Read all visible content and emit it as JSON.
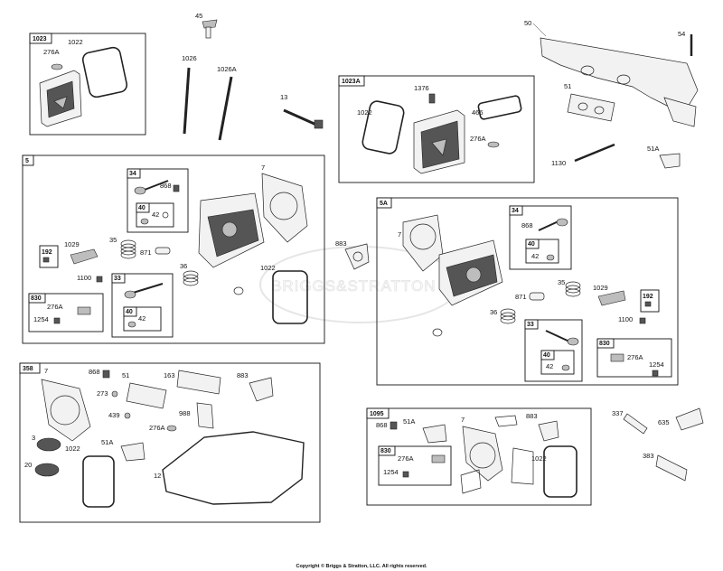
{
  "copyright": "Copyright © Briggs & Stratton, LLC. All rights reserved.",
  "watermark": "BRIGGS&STRATTON",
  "groups": {
    "g1023": "1023",
    "g1023A": "1023A",
    "g5": "5",
    "g5A": "5A",
    "g358": "358",
    "g1095": "1095",
    "g34": "34",
    "g40": "40",
    "g192": "192",
    "g830": "830",
    "g33": "33",
    "g34b": "34",
    "g40b": "40",
    "g192b": "192",
    "g33b": "33",
    "g40c": "40",
    "g830b": "830",
    "g40d": "40",
    "g830c": "830"
  },
  "callouts": {
    "c1022a": "1022",
    "c276Aa": "276A",
    "c45": "45",
    "c1026": "1026",
    "c1026A": "1026A",
    "c13": "13",
    "c50": "50",
    "c54": "54",
    "c51a": "51",
    "c1130": "1130",
    "c51Aa": "51A",
    "c1376": "1376",
    "c1022b": "1022",
    "c466": "466",
    "c276Ab": "276A",
    "c7a": "7",
    "c868a": "868",
    "c42a": "42",
    "c1029a": "1029",
    "c35a": "35",
    "c871a": "871",
    "c1100a": "1100",
    "c36a": "36",
    "c1022c": "1022",
    "c276Ac": "276A",
    "c1254a": "1254",
    "c883a": "883",
    "c7b": "7",
    "c868b": "868",
    "c42b": "42",
    "c35b": "35",
    "c1029b": "1029",
    "c871b": "871",
    "c36b": "36",
    "c1100b": "1100",
    "c42c": "42",
    "c276Ad": "276A",
    "c1254b": "1254",
    "c7c": "7",
    "c868c": "868",
    "c51b": "51",
    "c163": "163",
    "c883b": "883",
    "c273": "273",
    "c439": "439",
    "c988": "988",
    "c276Ae": "276A",
    "c3": "3",
    "c1022d": "1022",
    "c51Ab": "51A",
    "c20": "20",
    "c12": "12",
    "c868d": "868",
    "c51Ac": "51A",
    "c7d": "7",
    "c883c": "883",
    "c276Af": "276A",
    "c1254c": "1254",
    "c1022e": "1022",
    "c337": "337",
    "c635": "635",
    "c383": "383"
  }
}
